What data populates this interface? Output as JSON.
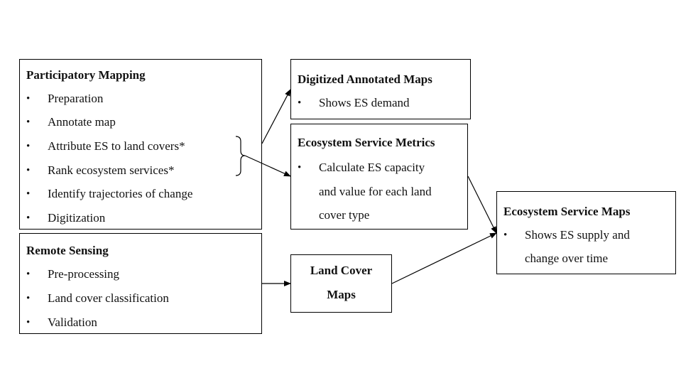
{
  "participatory": {
    "title": "Participatory Mapping",
    "items": [
      "Preparation",
      "Annotate map",
      "Attribute ES to land covers*",
      "Rank ecosystem services*",
      "Identify trajectories of change",
      "Digitization"
    ]
  },
  "remote": {
    "title": "Remote Sensing",
    "items": [
      "Pre-processing",
      "Land cover classification",
      "Validation"
    ]
  },
  "digitized": {
    "title": "Digitized Annotated Maps",
    "items": [
      "Shows ES demand"
    ]
  },
  "metrics": {
    "title": "Ecosystem Service Metrics",
    "item_lines": [
      "Calculate  ES capacity",
      "and value for each land",
      "cover type"
    ]
  },
  "landcover": {
    "title_lines": [
      "Land Cover",
      "Maps"
    ]
  },
  "esmaps": {
    "title": "Ecosystem Service Maps",
    "item_lines": [
      "Shows ES supply and",
      "change over time"
    ]
  },
  "bullet_symbol": "•"
}
